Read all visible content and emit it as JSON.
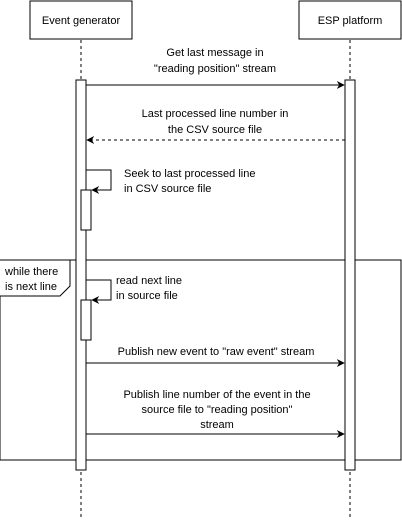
{
  "participants": {
    "event_generator": "Event generator",
    "esp_platform": "ESP platform"
  },
  "messages": {
    "get_last_message": [
      "Get last message in",
      "\"reading position\" stream"
    ],
    "last_processed_line": [
      "Last processed line number in",
      "the CSV source file"
    ],
    "seek_to_line": [
      "Seek to last processed line",
      "in CSV source file"
    ],
    "read_next_line": [
      "read next line",
      "in source file"
    ],
    "publish_new_event": [
      "Publish new event to \"raw event\" stream"
    ],
    "publish_line_number": [
      "Publish line number of the event in the",
      "source file to \"reading position\"",
      "stream"
    ]
  },
  "loop_fragment": {
    "label": [
      "while there",
      "is next line"
    ]
  }
}
